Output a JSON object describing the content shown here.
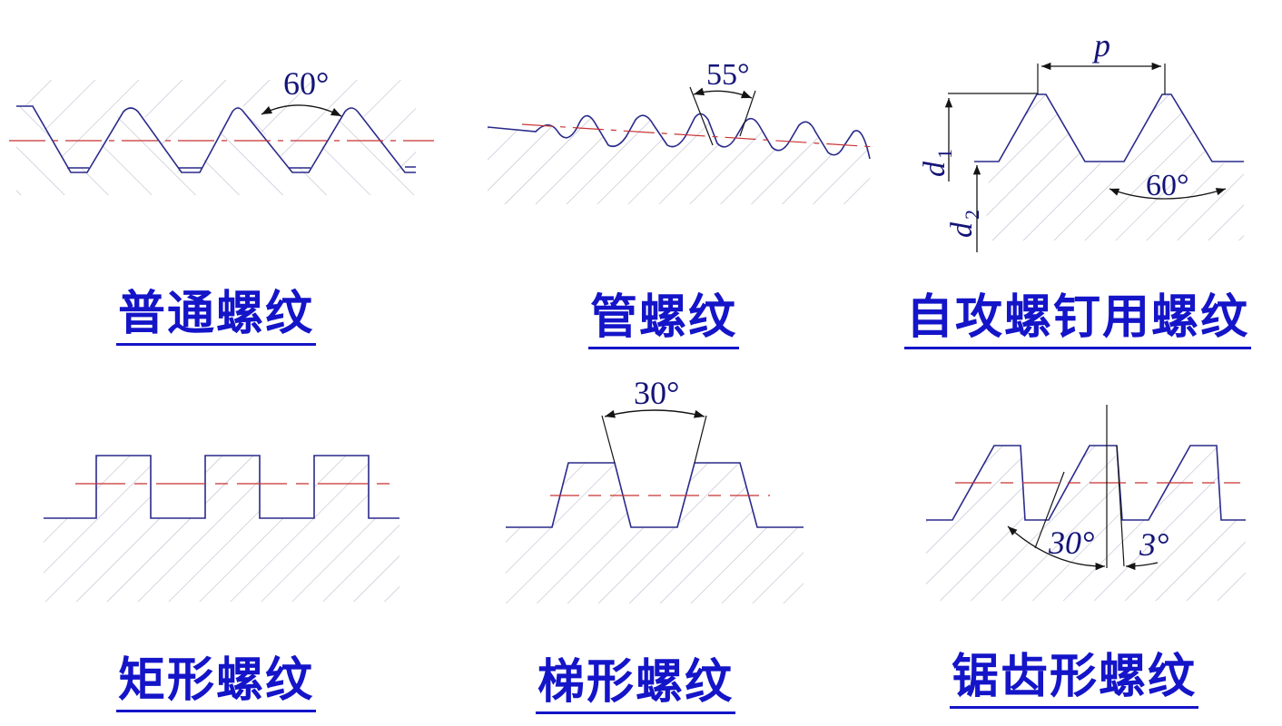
{
  "colors": {
    "profile": "#2a2a8c",
    "pitch_line": "#c83232",
    "hatch": "#b4b4c8",
    "dimension": "#141414",
    "label": "#141478",
    "title": "#1414c8"
  },
  "panels": [
    {
      "id": "standard",
      "title": "普通螺纹",
      "angle_label": "60°"
    },
    {
      "id": "pipe",
      "title": "管螺纹",
      "angle_label": "55°"
    },
    {
      "id": "self_tapping",
      "title": "自攻螺钉用螺纹",
      "angle_label": "60°",
      "pitch_symbol": "p",
      "d1_symbol": "d",
      "d1_sub": "1",
      "d2_symbol": "d",
      "d2_sub": "2"
    },
    {
      "id": "square",
      "title": "矩形螺纹"
    },
    {
      "id": "trapezoidal",
      "title": "梯形螺纹",
      "angle_label": "30°"
    },
    {
      "id": "buttress",
      "title": "锯齿形螺纹",
      "angle_label_1": "30°",
      "angle_label_2": "3°"
    }
  ]
}
